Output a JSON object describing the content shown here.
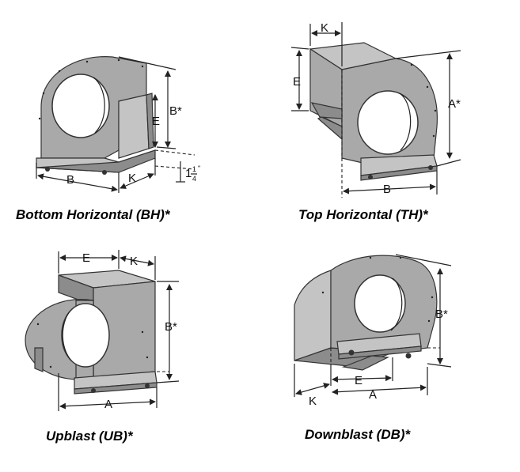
{
  "figures": [
    {
      "caption": "Bottom Horizontal (BH)*",
      "dims": {
        "b_star": "B*",
        "e": "E",
        "b": "B",
        "k": "K",
        "offset_whole": "1",
        "offset_num": "1",
        "offset_den": "4",
        "offset_unit": "\""
      }
    },
    {
      "caption": "Top Horizontal (TH)*",
      "dims": {
        "k": "K",
        "e": "E",
        "a_star": "A*",
        "b": "B"
      }
    },
    {
      "caption": "Upblast (UB)*",
      "dims": {
        "e": "E",
        "k": "K",
        "b_star": "B*",
        "a": "A"
      }
    },
    {
      "caption": "Downblast (DB)*",
      "dims": {
        "b_star": "B*",
        "e": "E",
        "a": "A",
        "k": "K"
      }
    }
  ]
}
